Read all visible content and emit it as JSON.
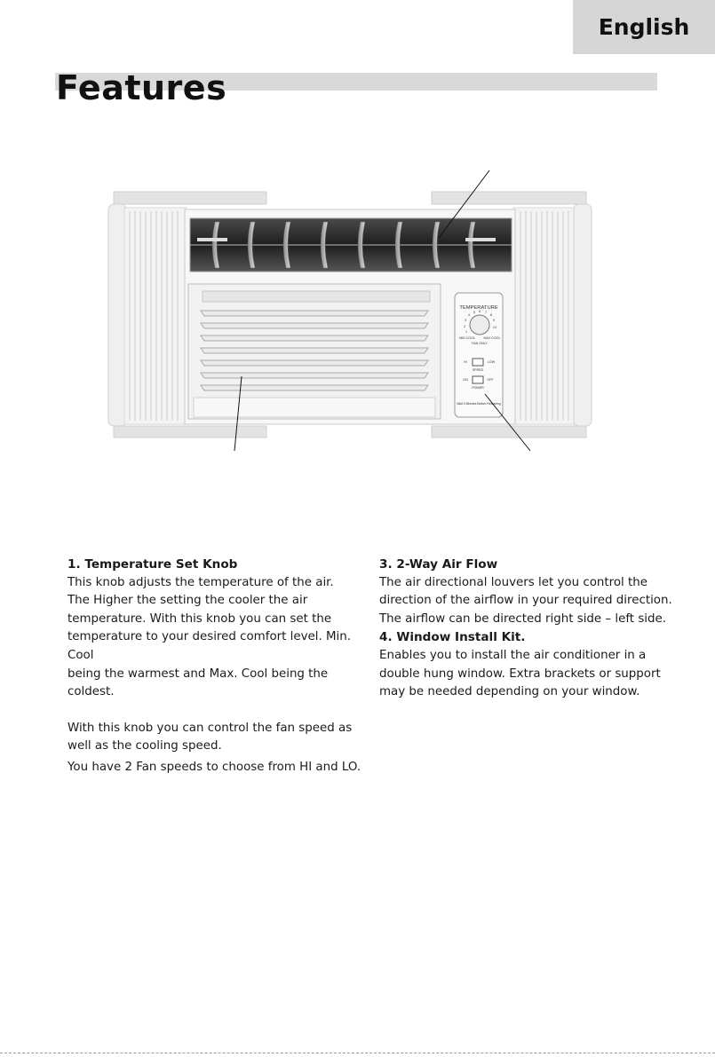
{
  "header": {
    "language": "English"
  },
  "page": {
    "title": "Features"
  },
  "panel": {
    "temperature_label": "TEMPERATURE",
    "min_cool": "MIN COOL",
    "max_cool": "MAX COOL",
    "fan_only": "FAN ONLY",
    "hi": "HI",
    "low": "LOW",
    "speed": "SPEED",
    "on": "ON",
    "off": "OFF",
    "power": "POWER",
    "wait_note": "Wait 3 Minutes Before Restarting"
  },
  "sections": [
    {
      "title": "1. Temperature Set Knob",
      "lines": [
        "This knob adjusts the temperature of the air.",
        "The Higher the setting  the  cooler  the air",
        "temperature.  With this knob you can set the",
        "temperature  to your desired comfort level. Min. Cool",
        "being the warmest   and  Max. Cool being the coldest."
      ],
      "lines2": [
        "With this knob you can control the fan speed as",
        "well as the cooling speed.",
        "You have 2 Fan speeds to choose from HI and LO."
      ]
    },
    {
      "title": "3. 2-Way Air Flow",
      "lines": [
        "The air directional louvers let you control the",
        "direction of the airflow in your required direction.",
        "The airflow can be directed  right side – left side."
      ]
    },
    {
      "title": "4. Window Install Kit.",
      "lines": [
        "Enables you to install the air conditioner in a",
        "double hung window. Extra brackets or support",
        "may be needed depending on your window."
      ]
    }
  ]
}
